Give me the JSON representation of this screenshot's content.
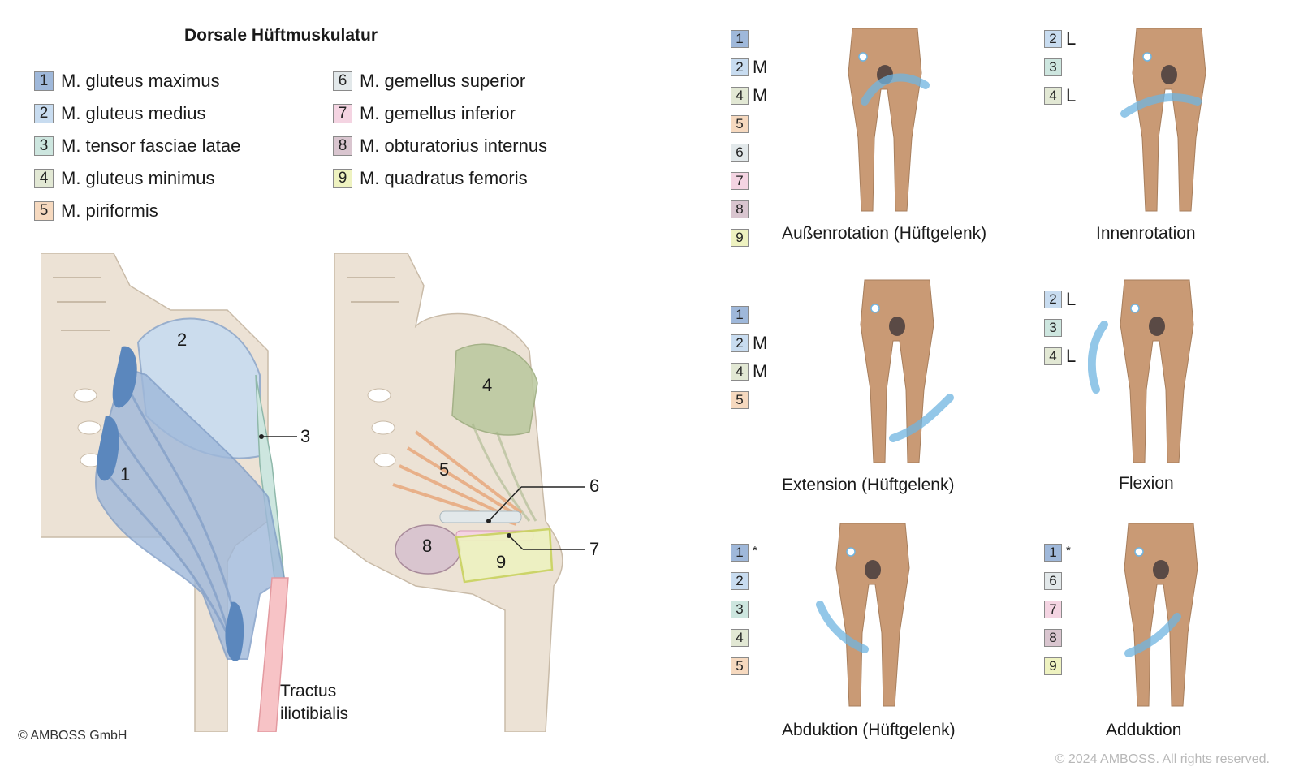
{
  "title": "Dorsale Hüftmuskulatur",
  "colors": {
    "m1": "#9fb8da",
    "m2": "#c8dcf0",
    "m3": "#cde6df",
    "m4": "#e2e8d4",
    "m5": "#f6d9bf",
    "m6": "#e2e8ea",
    "m7": "#f4d4e2",
    "m8": "#d9c5cf",
    "m9": "#eef2c0",
    "skin": "#c99a75",
    "bone": "#ece2d5",
    "arrow": "#6fb4e0"
  },
  "legend": [
    {
      "num": "1",
      "label": "M. gluteus maximus"
    },
    {
      "num": "2",
      "label": "M. gluteus medius"
    },
    {
      "num": "3",
      "label": "M. tensor fasciae latae"
    },
    {
      "num": "4",
      "label": "M. gluteus minimus"
    },
    {
      "num": "5",
      "label": "M. piriformis"
    },
    {
      "num": "6",
      "label": "M. gemellus superior"
    },
    {
      "num": "7",
      "label": "M. gemellus inferior"
    },
    {
      "num": "8",
      "label": "M. obturatorius internus"
    },
    {
      "num": "9",
      "label": "M. quadratus femoris"
    }
  ],
  "anatomy_labels": {
    "left": {
      "n1": "1",
      "n2": "2",
      "n3": "3",
      "tract_line1": "Tractus",
      "tract_line2": "iliotibialis"
    },
    "right": {
      "n4": "4",
      "n5": "5",
      "n6": "6",
      "n7": "7",
      "n8": "8",
      "n9": "9"
    }
  },
  "movements": [
    {
      "caption": "Außenrotation (Hüftgelenk)",
      "muscles": [
        {
          "n": "1",
          "s": ""
        },
        {
          "n": "2",
          "s": "M"
        },
        {
          "n": "4",
          "s": "M"
        },
        {
          "n": "5",
          "s": ""
        },
        {
          "n": "6",
          "s": ""
        },
        {
          "n": "7",
          "s": ""
        },
        {
          "n": "8",
          "s": ""
        },
        {
          "n": "9",
          "s": ""
        }
      ]
    },
    {
      "caption": "Innenrotation",
      "muscles": [
        {
          "n": "2",
          "s": "L"
        },
        {
          "n": "3",
          "s": ""
        },
        {
          "n": "4",
          "s": "L"
        }
      ]
    },
    {
      "caption": "Extension (Hüftgelenk)",
      "muscles": [
        {
          "n": "1",
          "s": ""
        },
        {
          "n": "2",
          "s": "M"
        },
        {
          "n": "4",
          "s": "M"
        },
        {
          "n": "5",
          "s": ""
        }
      ]
    },
    {
      "caption": "Flexion",
      "muscles": [
        {
          "n": "2",
          "s": "L"
        },
        {
          "n": "3",
          "s": ""
        },
        {
          "n": "4",
          "s": "L"
        }
      ]
    },
    {
      "caption": "Abduktion (Hüftgelenk)",
      "muscles": [
        {
          "n": "1",
          "s": "*"
        },
        {
          "n": "2",
          "s": ""
        },
        {
          "n": "3",
          "s": ""
        },
        {
          "n": "4",
          "s": ""
        },
        {
          "n": "5",
          "s": ""
        }
      ]
    },
    {
      "caption": "Adduktion",
      "muscles": [
        {
          "n": "1",
          "s": "*"
        },
        {
          "n": "6",
          "s": ""
        },
        {
          "n": "7",
          "s": ""
        },
        {
          "n": "8",
          "s": ""
        },
        {
          "n": "9",
          "s": ""
        }
      ]
    }
  ],
  "copyright_left": "© AMBOSS GmbH",
  "copyright_right": "© 2024 AMBOSS. All rights reserved."
}
